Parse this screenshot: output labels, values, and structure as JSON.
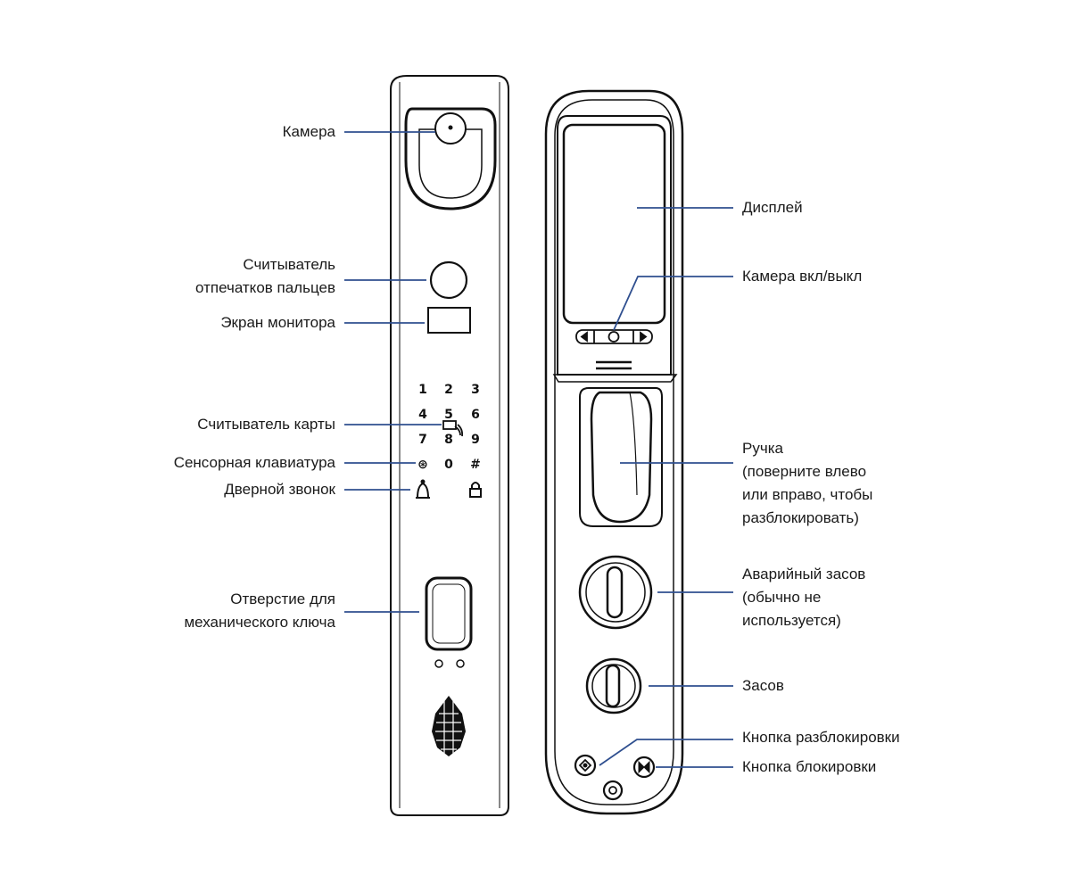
{
  "front_labels": {
    "camera": [
      "Камера"
    ],
    "fingerprint": [
      "Считыватель",
      "отпечатков пальцев"
    ],
    "monitor": [
      "Экран монитора"
    ],
    "card_reader": [
      "Считыватель карты"
    ],
    "keypad": [
      "Сенсорная клавиатура"
    ],
    "doorbell": [
      "Дверной звонок"
    ],
    "key_hole": [
      "Отверстие для",
      "механического ключа"
    ]
  },
  "back_labels": {
    "display": [
      "Дисплей"
    ],
    "camera_toggle": [
      "Камера вкл/выкл"
    ],
    "handle": [
      "Ручка",
      "(поверните влево",
      "или вправо, чтобы",
      "разблокировать)"
    ],
    "emergency_latch": [
      "Аварийный засов",
      "(обычно не",
      "используется)"
    ],
    "latch": [
      "Засов"
    ],
    "unlock_button": [
      "Кнопка разблокировки"
    ],
    "lock_button": [
      "Кнопка блокировки"
    ]
  },
  "keypad_keys": [
    "1",
    "2",
    "3",
    "4",
    "5",
    "6",
    "7",
    "8",
    "9",
    "⊛",
    "0",
    "#"
  ],
  "colors": {
    "leader": "#2f4f8f",
    "outline": "#111111",
    "text": "#1a1a1a"
  }
}
